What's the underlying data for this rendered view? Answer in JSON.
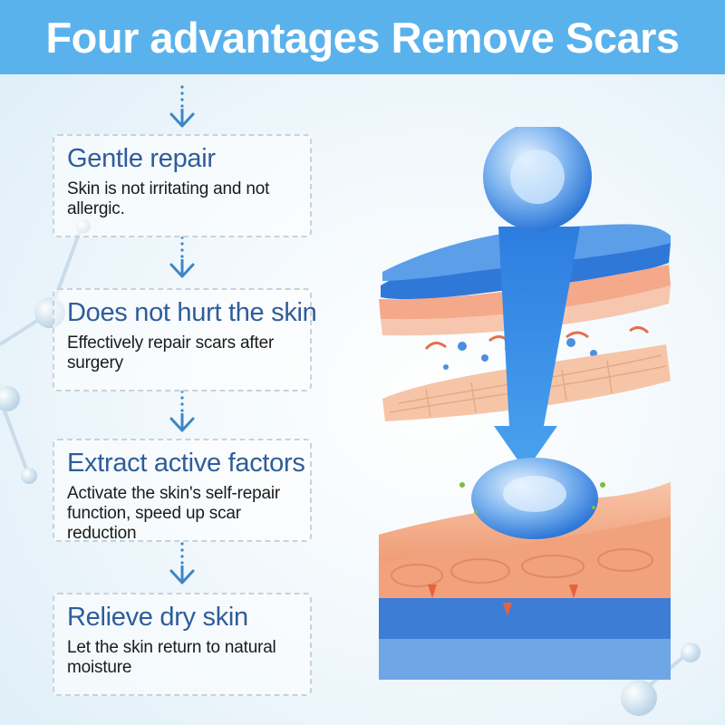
{
  "banner": {
    "title": "Four advantages Remove Scars"
  },
  "cards": [
    {
      "title": "Gentle repair",
      "description": "Skin is not irritating and not allergic."
    },
    {
      "title": "Does not hurt the skin",
      "description": "Effectively repair scars after surgery"
    },
    {
      "title": "Extract active factors",
      "description": "Activate the skin's self-repair function, speed up scar reduction"
    },
    {
      "title": "Relieve dry skin",
      "description": "Let the skin return to natural moisture"
    }
  ],
  "icons": {
    "step_arrow": "arrow-down-icon"
  },
  "colors": {
    "banner": "#5ab2ec",
    "card_title": "#2e5d9a",
    "arrow": "#3c86c6",
    "gel_blue": "#2f78d8"
  }
}
